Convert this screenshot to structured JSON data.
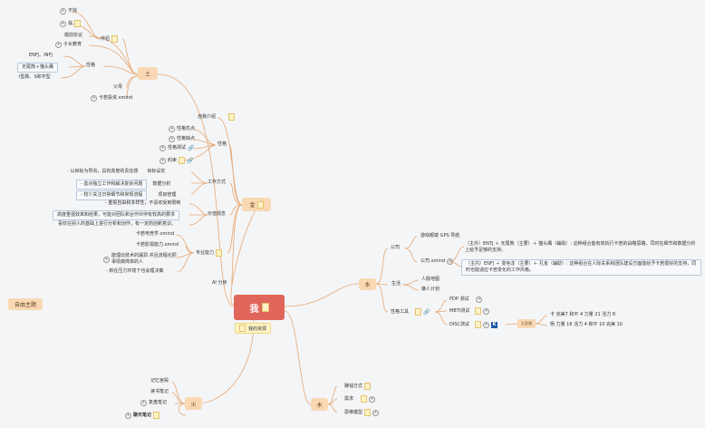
{
  "root": {
    "label": "我",
    "resource_label": "我的资源"
  },
  "free_topic": "自由主题",
  "earth": {
    "label": "土",
    "upbringing": {
      "label": "伴侣",
      "children": [
        "不找",
        "找"
      ]
    },
    "partner_items": [
      "婚前协议",
      "子女教育"
    ],
    "personality": {
      "label": "性格",
      "children": [
        "ENFJ、INFJ",
        "无尾熊＋猫头鹰",
        "I型跌、S和字型"
      ]
    },
    "parents": "父母",
    "card_invest": "卡若投资.xmind"
  },
  "metal": {
    "label": "金",
    "intro": "自我介绍",
    "character": {
      "label": "性格",
      "children": [
        "性格优点",
        "性格缺点",
        "性格测试",
        "約束"
      ]
    },
    "work": {
      "label": "工作方式",
      "children": [
        {
          "label": "目标设定",
          "note": "- 以目标为导向，具有高度的责任感"
        },
        {
          "label": "数据分析",
          "note": "- 善对独立工作和解决复杂问题"
        },
        {
          "label": "项目管理",
          "note": "- 较少关注日常细节和常规流程"
        }
      ]
    },
    "values": {
      "label": "价值观念",
      "children": [
        "- 重视自由和多样性，不喜欢受到限制",
        "高度重视效率和结果，可能对团队和合作伙伴有较高的要求",
        "喜欢在别人的基础上进行分析和创作，有一定的创新意识。"
      ]
    },
    "skills": {
      "label": "专业能力",
      "children": [
        "卡若电竞学.xmind",
        "卡若影视能力.xmind",
        "能理出技术的漏洞 并且流程化把事情做简单的人",
        "- 新在压力环境下也会理决策"
      ]
    },
    "ai": "AI 分身"
  },
  "water": {
    "label": "水",
    "company": {
      "label": "公司",
      "children": [
        {
          "label": "游戏眼镜 GPS 导航"
        },
        {
          "label": "公司.xmind",
          "notes": [
            "（主外）ENTJ ＋ 无尾熊（主要）＋ 猫头鹰（辅助）: 这种组合能有效执行卡若的战略思路，同时在细节和数据分析上给予足够的支持。",
            "（主内）ENFJ ＋ 变色龙（主要）＋ 孔雀（辅助）: 这种组合在人际关系和团队建设方面能给予卡若很好的支持，同时也能适应卡若变化的工作风格。"
          ]
        }
      ]
    },
    "life": {
      "label": "生活",
      "children": [
        "人脉地图",
        "嫌人计划"
      ]
    },
    "tools": {
      "label": "性格工具",
      "children": [
        "PDP 测试",
        "MBTI测试",
        "DISC测试"
      ]
    },
    "enneagram": {
      "label": "九型测",
      "lines": [
        "卡 完美7 和平 4 力量 21 活力 8",
        "杨 力量 16 活力 4 和平 10 完美 10"
      ]
    },
    "k_icon": "K"
  },
  "fire": {
    "label": "火",
    "children": [
      "记忆宫殿",
      "读书笔记",
      "复盘笔记",
      "聊天笔记"
    ]
  },
  "wood": {
    "label": "木",
    "children": [
      "赚钱方式",
      "需求",
      "思维模型"
    ]
  }
}
